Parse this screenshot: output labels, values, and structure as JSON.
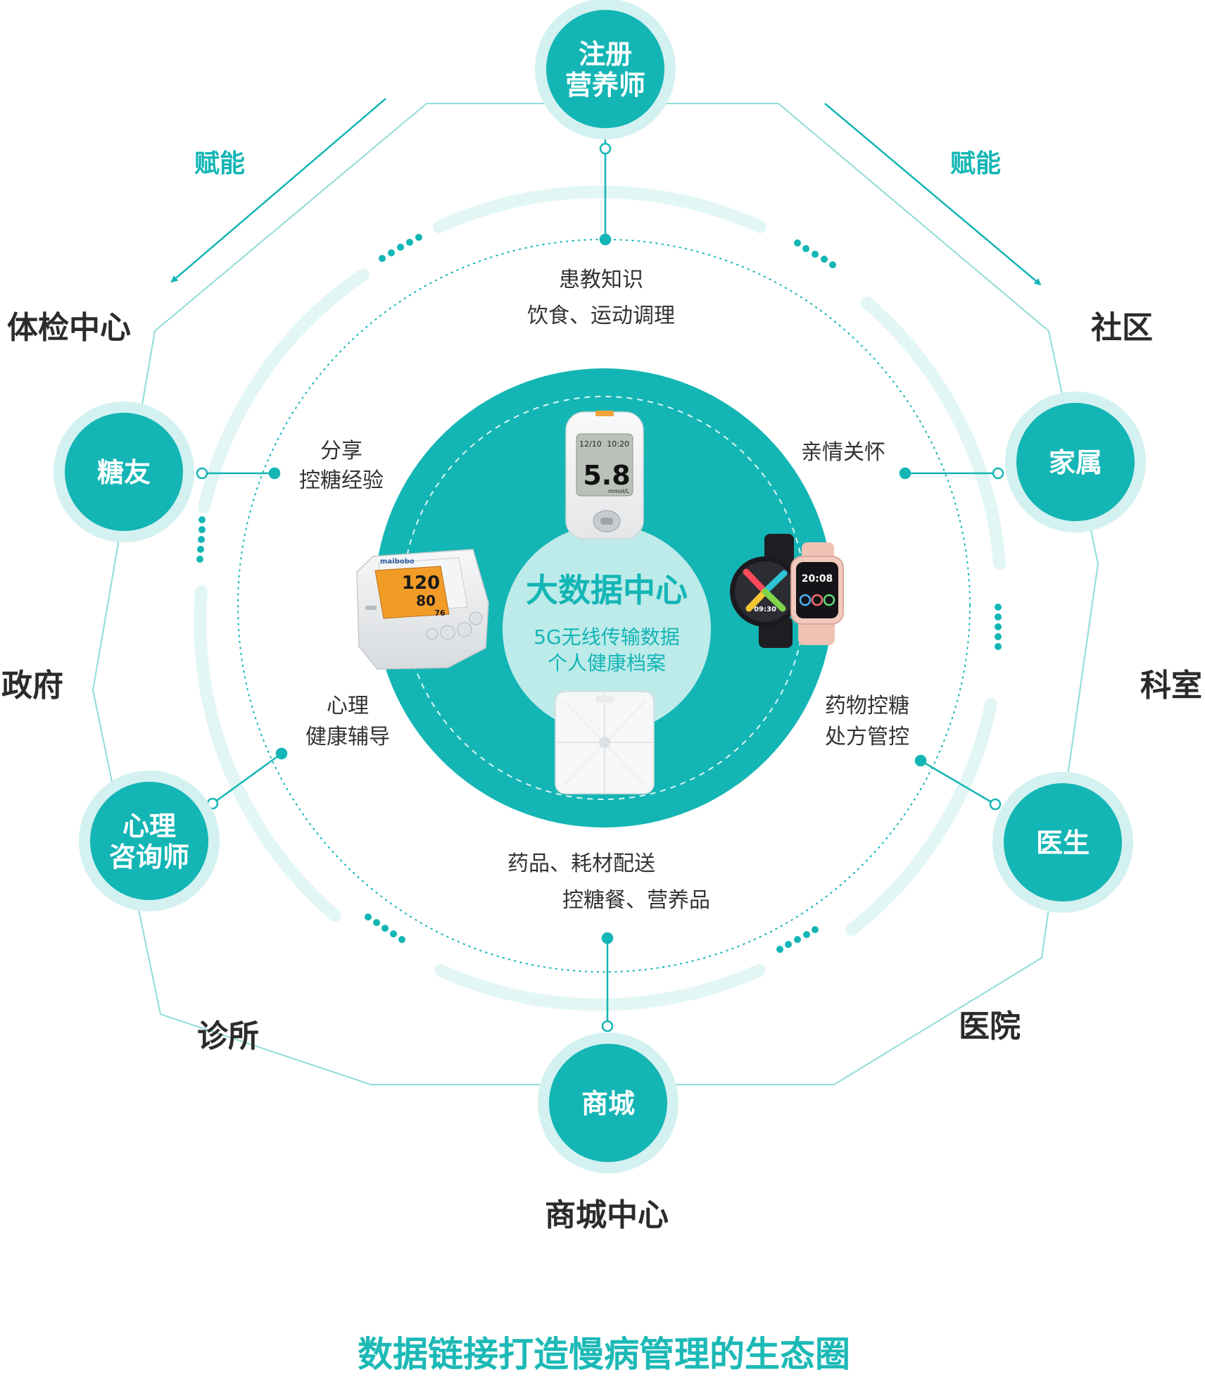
{
  "colors": {
    "teal": "#14b5b5",
    "teal_ring": "#7fd9d6",
    "teal_light": "#d3f1f0",
    "teal_pale": "#e2f6f5",
    "core_light": "#bdebe9",
    "text_dark": "#2b2b2b",
    "title_teal": "#1cb9b6",
    "white": "#ffffff"
  },
  "roles": {
    "nutritionist": {
      "line1": "注册",
      "line2": "营养师"
    },
    "diabetes_friend": "糖友",
    "family": "家属",
    "psychologist": {
      "line1": "心理",
      "line2": "咨询师"
    },
    "doctor": "医生",
    "mall": "商城"
  },
  "institutions": {
    "physical_exam_center": "体检中心",
    "community": "社区",
    "government": "政府",
    "department": "科室",
    "clinic": "诊所",
    "hospital": "医院",
    "mall_center": "商城中心"
  },
  "empower": {
    "left": "赋能",
    "right": "赋能"
  },
  "services": {
    "education": {
      "line1": "患教知识",
      "line2": "饮食、运动调理"
    },
    "sharing": {
      "line1": "分享",
      "line2": "控糖经验"
    },
    "care": "亲情关怀",
    "counseling": {
      "line1": "心理",
      "line2": "健康辅导"
    },
    "medication": {
      "line1": "药物控糖",
      "line2": "处方管控"
    },
    "delivery": {
      "line1": "药品、耗材配送",
      "line2": "控糖餐、营养品"
    }
  },
  "core": {
    "title": "大数据中心",
    "line1": "5G无线传输数据",
    "line2": "个人健康档案"
  },
  "devices": {
    "glucose_meter": {
      "time_left": "12/10",
      "time_right": "10:20",
      "reading": "5.8",
      "unit": "mmol/L"
    },
    "bp_monitor": {
      "brand": "maibobo",
      "sys": "120",
      "dia": "80",
      "pulse": "76"
    },
    "smartwatch": {
      "time": "20:08",
      "round_time": "09:30"
    }
  },
  "footer_title": "数据链接打造慢病管理的生态圈"
}
